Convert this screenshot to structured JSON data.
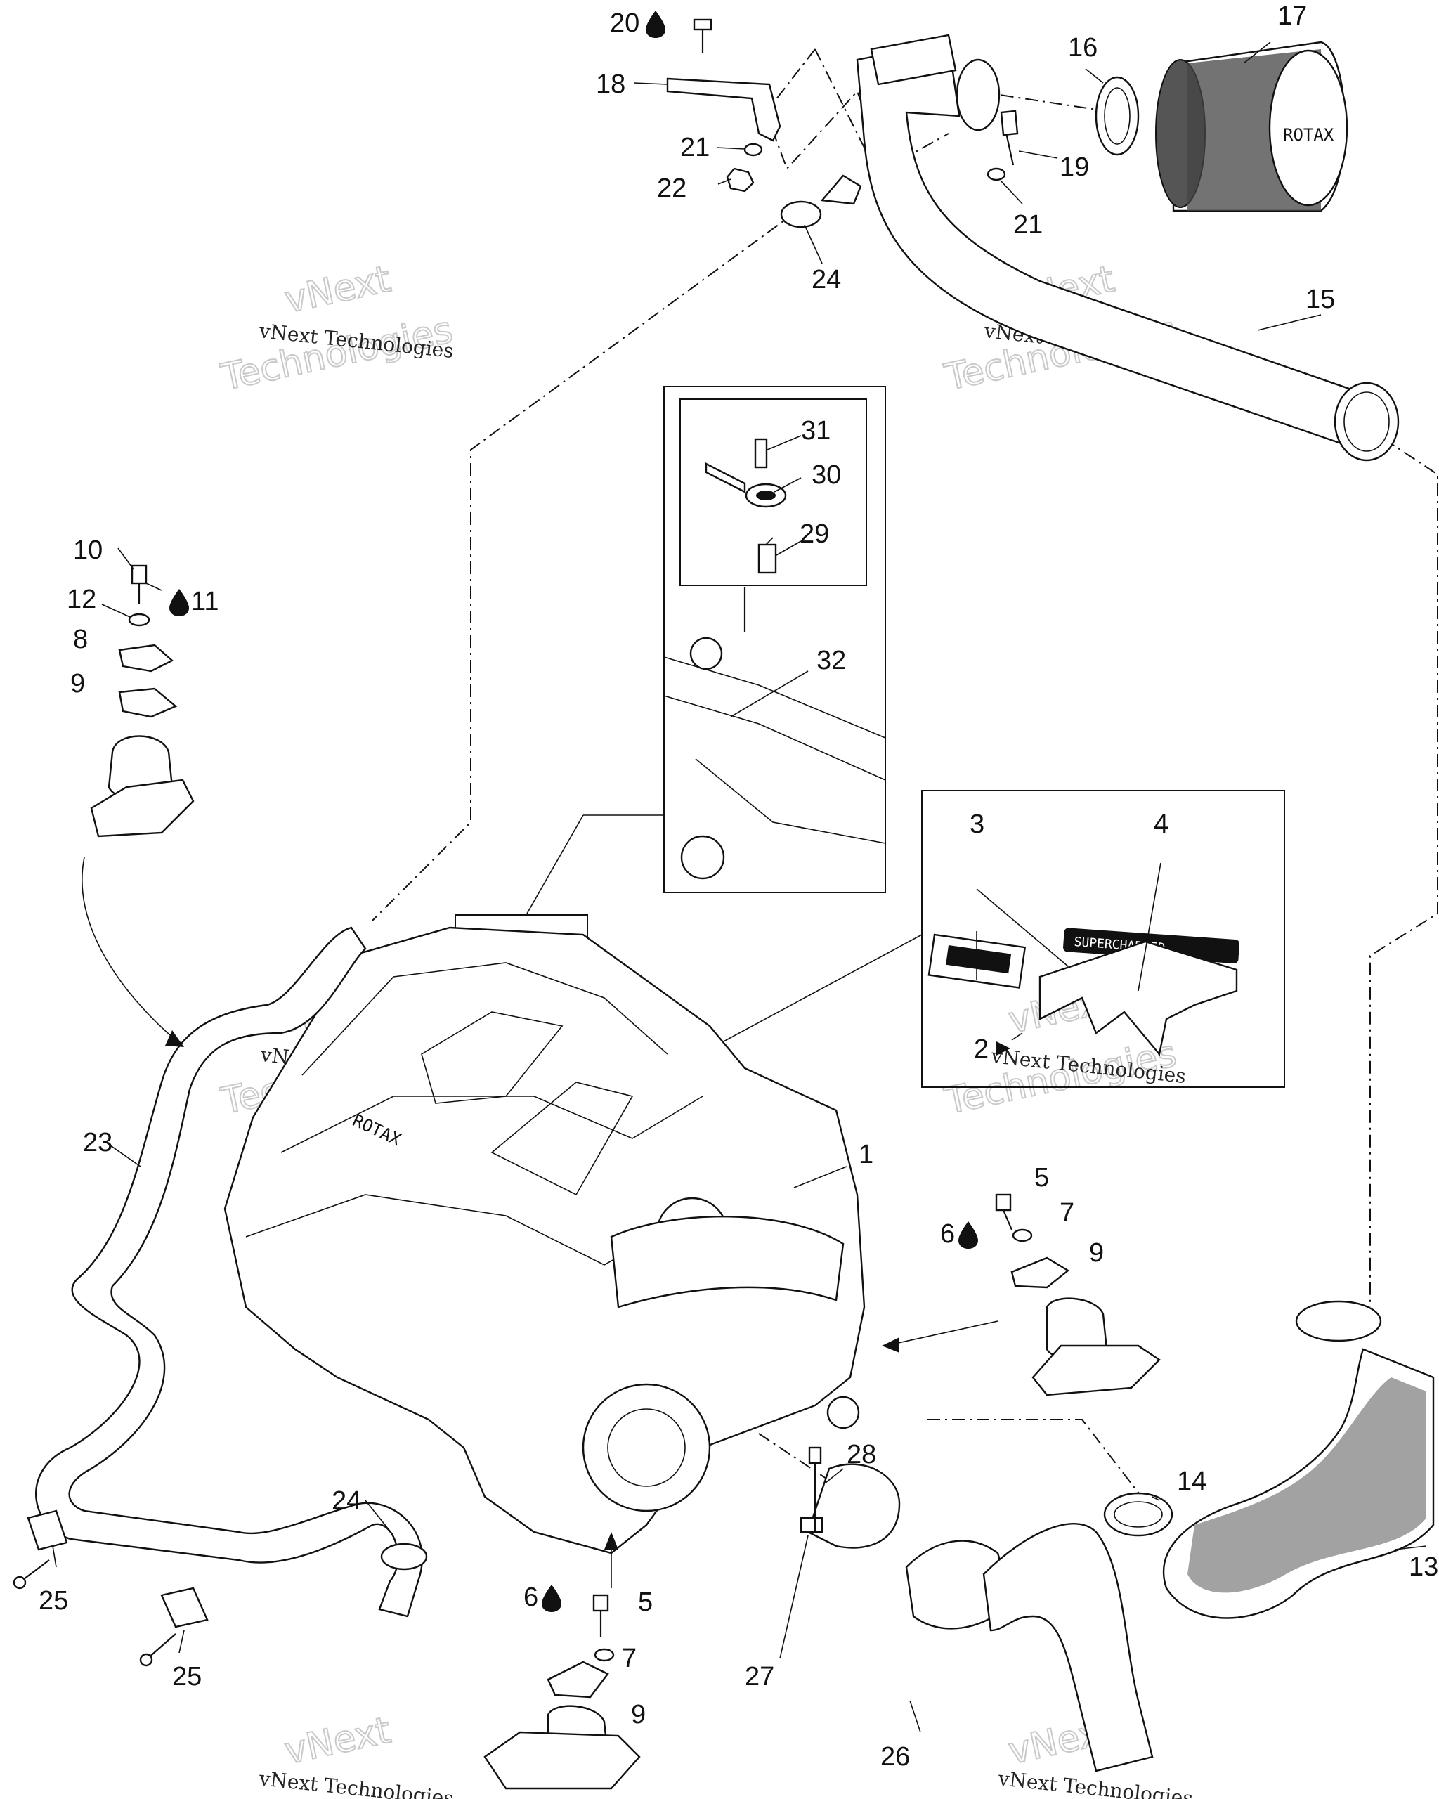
{
  "watermark": {
    "line1": "vNext Technologies",
    "line2": "vNext",
    "line3": "Technologies"
  },
  "brand_air_filter": "ROTAX",
  "brand_engine": "ROTAX",
  "drop_symbol": "💧",
  "drop_icon": "oil-drop-icon",
  "callouts": {
    "c1": "1",
    "c2": "2",
    "c3": "3",
    "c4": "4",
    "c5a": "5",
    "c5b": "5",
    "c6a": "6",
    "c6b": "6",
    "c7a": "7",
    "c7b": "7",
    "c8": "8",
    "c9a": "9",
    "c9b": "9",
    "c9c": "9",
    "c10": "10",
    "c11": "11",
    "c12": "12",
    "c13": "13",
    "c14": "14",
    "c15": "15",
    "c16": "16",
    "c17": "17",
    "c18": "18",
    "c19": "19",
    "c20": "20",
    "c21a": "21",
    "c21b": "21",
    "c22": "22",
    "c23": "23",
    "c24a": "24",
    "c24b": "24",
    "c25a": "25",
    "c25b": "25",
    "c26": "26",
    "c27": "27",
    "c28": "28",
    "c29": "29",
    "c30": "30",
    "c31": "31",
    "c32": "32"
  },
  "decal_text": "SUPERCHARGED"
}
